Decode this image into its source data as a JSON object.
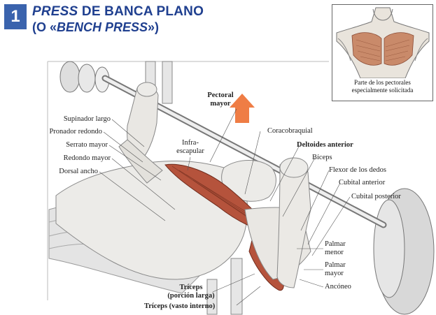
{
  "header": {
    "number": "1",
    "title_line1_italic": "PRESS",
    "title_line1_rest": " DE BANCA PLANO",
    "title_line2_pre": "(O «",
    "title_line2_italic": "BENCH PRESS",
    "title_line2_post": "»)"
  },
  "inset": {
    "caption_line1": "Parte de los pectorales",
    "caption_line2": "especialmente solicitada"
  },
  "labels": {
    "supinador_largo": "Supinador largo",
    "pronador_redondo": "Pronador redondo",
    "serrato_mayor": "Serrato mayor",
    "redondo_mayor": "Redondo mayor",
    "dorsal_ancho": "Dorsal ancho",
    "pectoral_mayor_1": "Pectoral",
    "pectoral_mayor_2": "mayor",
    "infraescapular_1": "Infra-",
    "infraescapular_2": "escapular",
    "coracobraquial": "Coracobraquial",
    "deltoides_anterior": "Deltoides anterior",
    "biceps": "Bíceps",
    "flexor_dedos": "Flexor de los dedos",
    "cubital_anterior": "Cubital anterior",
    "cubital_posterior": "Cubital posterior",
    "palmar_menor_1": "Palmar",
    "palmar_menor_2": "menor",
    "palmar_mayor_1": "Palmar",
    "palmar_mayor_2": "mayor",
    "ancóneo": "Ancóneo",
    "triceps_larga_1": "Tríceps",
    "triceps_larga_2": "(porción larga)",
    "triceps_vasto": "Tríceps (vasto interno)"
  },
  "colors": {
    "title_blue": "#1f3f8f",
    "number_box": "#3a63ad",
    "muscle_red": "#b5533c",
    "arrow_orange": "#ef7d45"
  }
}
